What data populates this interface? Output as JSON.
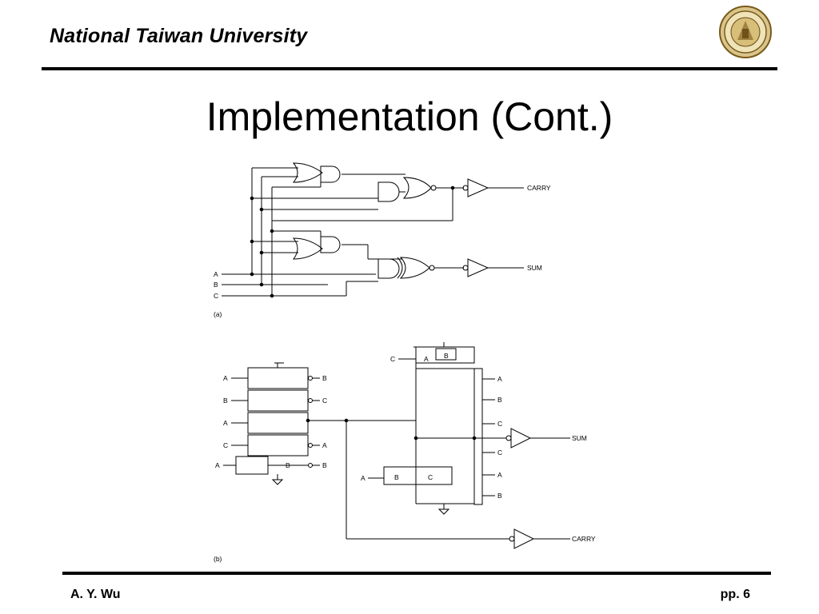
{
  "header": {
    "institution": "National Taiwan University"
  },
  "slide": {
    "title": "Implementation (Cont.)"
  },
  "diagram_a": {
    "caption": "(a)",
    "inputs": [
      "A",
      "B",
      "C"
    ],
    "outputs": {
      "carry": "CARRY",
      "sum": "SUM"
    }
  },
  "diagram_b": {
    "caption": "(b)",
    "left_labels": [
      "A",
      "B",
      "A",
      "C",
      "A"
    ],
    "right_labels": [
      "B",
      "C",
      "",
      "A",
      "B"
    ],
    "parallel_label": "B",
    "top_labels": {
      "c": "C",
      "a": "A",
      "b": "B"
    },
    "right_col_labels": [
      "A",
      "B",
      "C",
      "C",
      "A",
      "B"
    ],
    "bottom_labels": {
      "a": "A",
      "b": "B",
      "c": "C"
    },
    "outputs": {
      "sum": "SUM",
      "carry": "CARRY"
    }
  },
  "footer": {
    "author": "A. Y. Wu",
    "page": "pp. 6"
  }
}
